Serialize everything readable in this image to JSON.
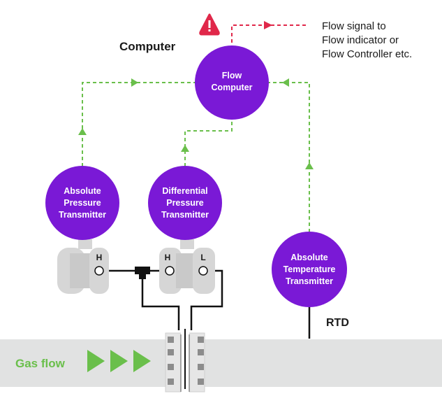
{
  "colors": {
    "circle_fill": "#7a19d6",
    "signal_dashed": "#6abf4b",
    "output_dashed": "#e0284a",
    "warning": "#e0284a",
    "pipe": "#e1e2e2",
    "transmitter_body": "#d6d6d6",
    "flange": "#e6e6e6",
    "gas_flow_text": "#6abf4b"
  },
  "labels": {
    "computer": "Computer",
    "flow_signal": [
      "Flow signal to",
      "Flow indicator or",
      "Flow Controller etc."
    ],
    "rtd": "RTD",
    "gas_flow": "Gas flow"
  },
  "nodes": {
    "flow_computer": [
      "Flow",
      "Computer"
    ],
    "abs_pressure": [
      "Absolute",
      "Pressure",
      "Transmitter"
    ],
    "diff_pressure": [
      "Differential",
      "Pressure",
      "Transmitter"
    ],
    "abs_temperature": [
      "Absolute",
      "Temperature",
      "Transmitter"
    ]
  },
  "ports": {
    "abs_pressure_high": "H",
    "diff_pressure_high": "H",
    "diff_pressure_low": "L"
  },
  "icons": {
    "warning": "warning-triangle-icon",
    "flow_arrow": "play-arrow-icon"
  }
}
